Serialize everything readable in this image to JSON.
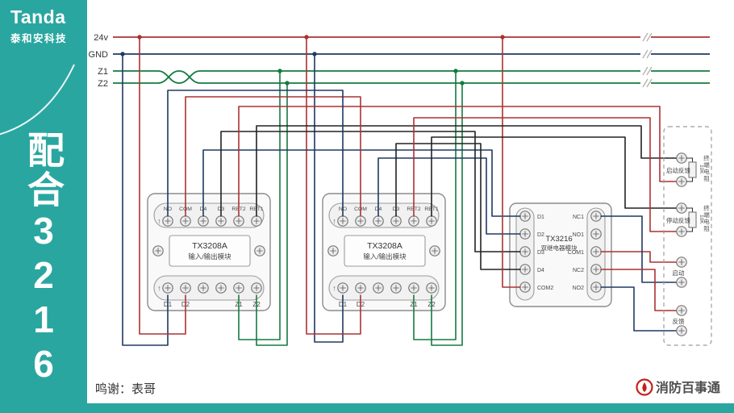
{
  "sidebar": {
    "brand": "Tanda",
    "brand_sub": "泰和安科技",
    "vertical_title": "配合3216"
  },
  "bus": {
    "labels": [
      "24v",
      "GND",
      "Z1",
      "Z2"
    ]
  },
  "modules": {
    "arrow": "↑",
    "io1": {
      "model": "TX3208A",
      "type_label": "输入/输出模块",
      "top_terminals": [
        "NO",
        "COM",
        "D4",
        "D3",
        "RET2",
        "RET1"
      ],
      "bottom_terminals": [
        "D1",
        "D2",
        "Z1",
        "Z2"
      ]
    },
    "io2": {
      "model": "TX3208A",
      "type_label": "输入/输出模块",
      "top_terminals": [
        "NO",
        "COM",
        "D4",
        "D3",
        "RET2",
        "RET1"
      ],
      "bottom_terminals": [
        "D1",
        "D2",
        "Z1",
        "Z2"
      ]
    },
    "relay": {
      "model": "TX3216",
      "type_label": "双继电器模块",
      "left_terminals": [
        "D1",
        "D2",
        "D3",
        "D4",
        "COM2"
      ],
      "right_terminals": [
        "NC1",
        "NO1",
        "COM1",
        "NC2",
        "NO2"
      ]
    }
  },
  "terminal_box": {
    "groups": [
      {
        "label": "启动反馈",
        "resistor_value": "10K",
        "resistor_label": "终端电阻"
      },
      {
        "label": "停动反馈",
        "resistor_value": "10K",
        "resistor_label": "终端电阻"
      },
      {
        "label": "启动"
      },
      {
        "label": "反馈"
      }
    ]
  },
  "footer": {
    "credit": "鸣谢：表哥",
    "brand": "消防百事通"
  },
  "colors": {
    "sidebar_teal": "#2aa6a0",
    "wire_red": "#ab3232",
    "wire_navy": "#203864",
    "wire_green": "#157a40",
    "wire_black": "#222222",
    "logo_red": "#c4201c"
  }
}
